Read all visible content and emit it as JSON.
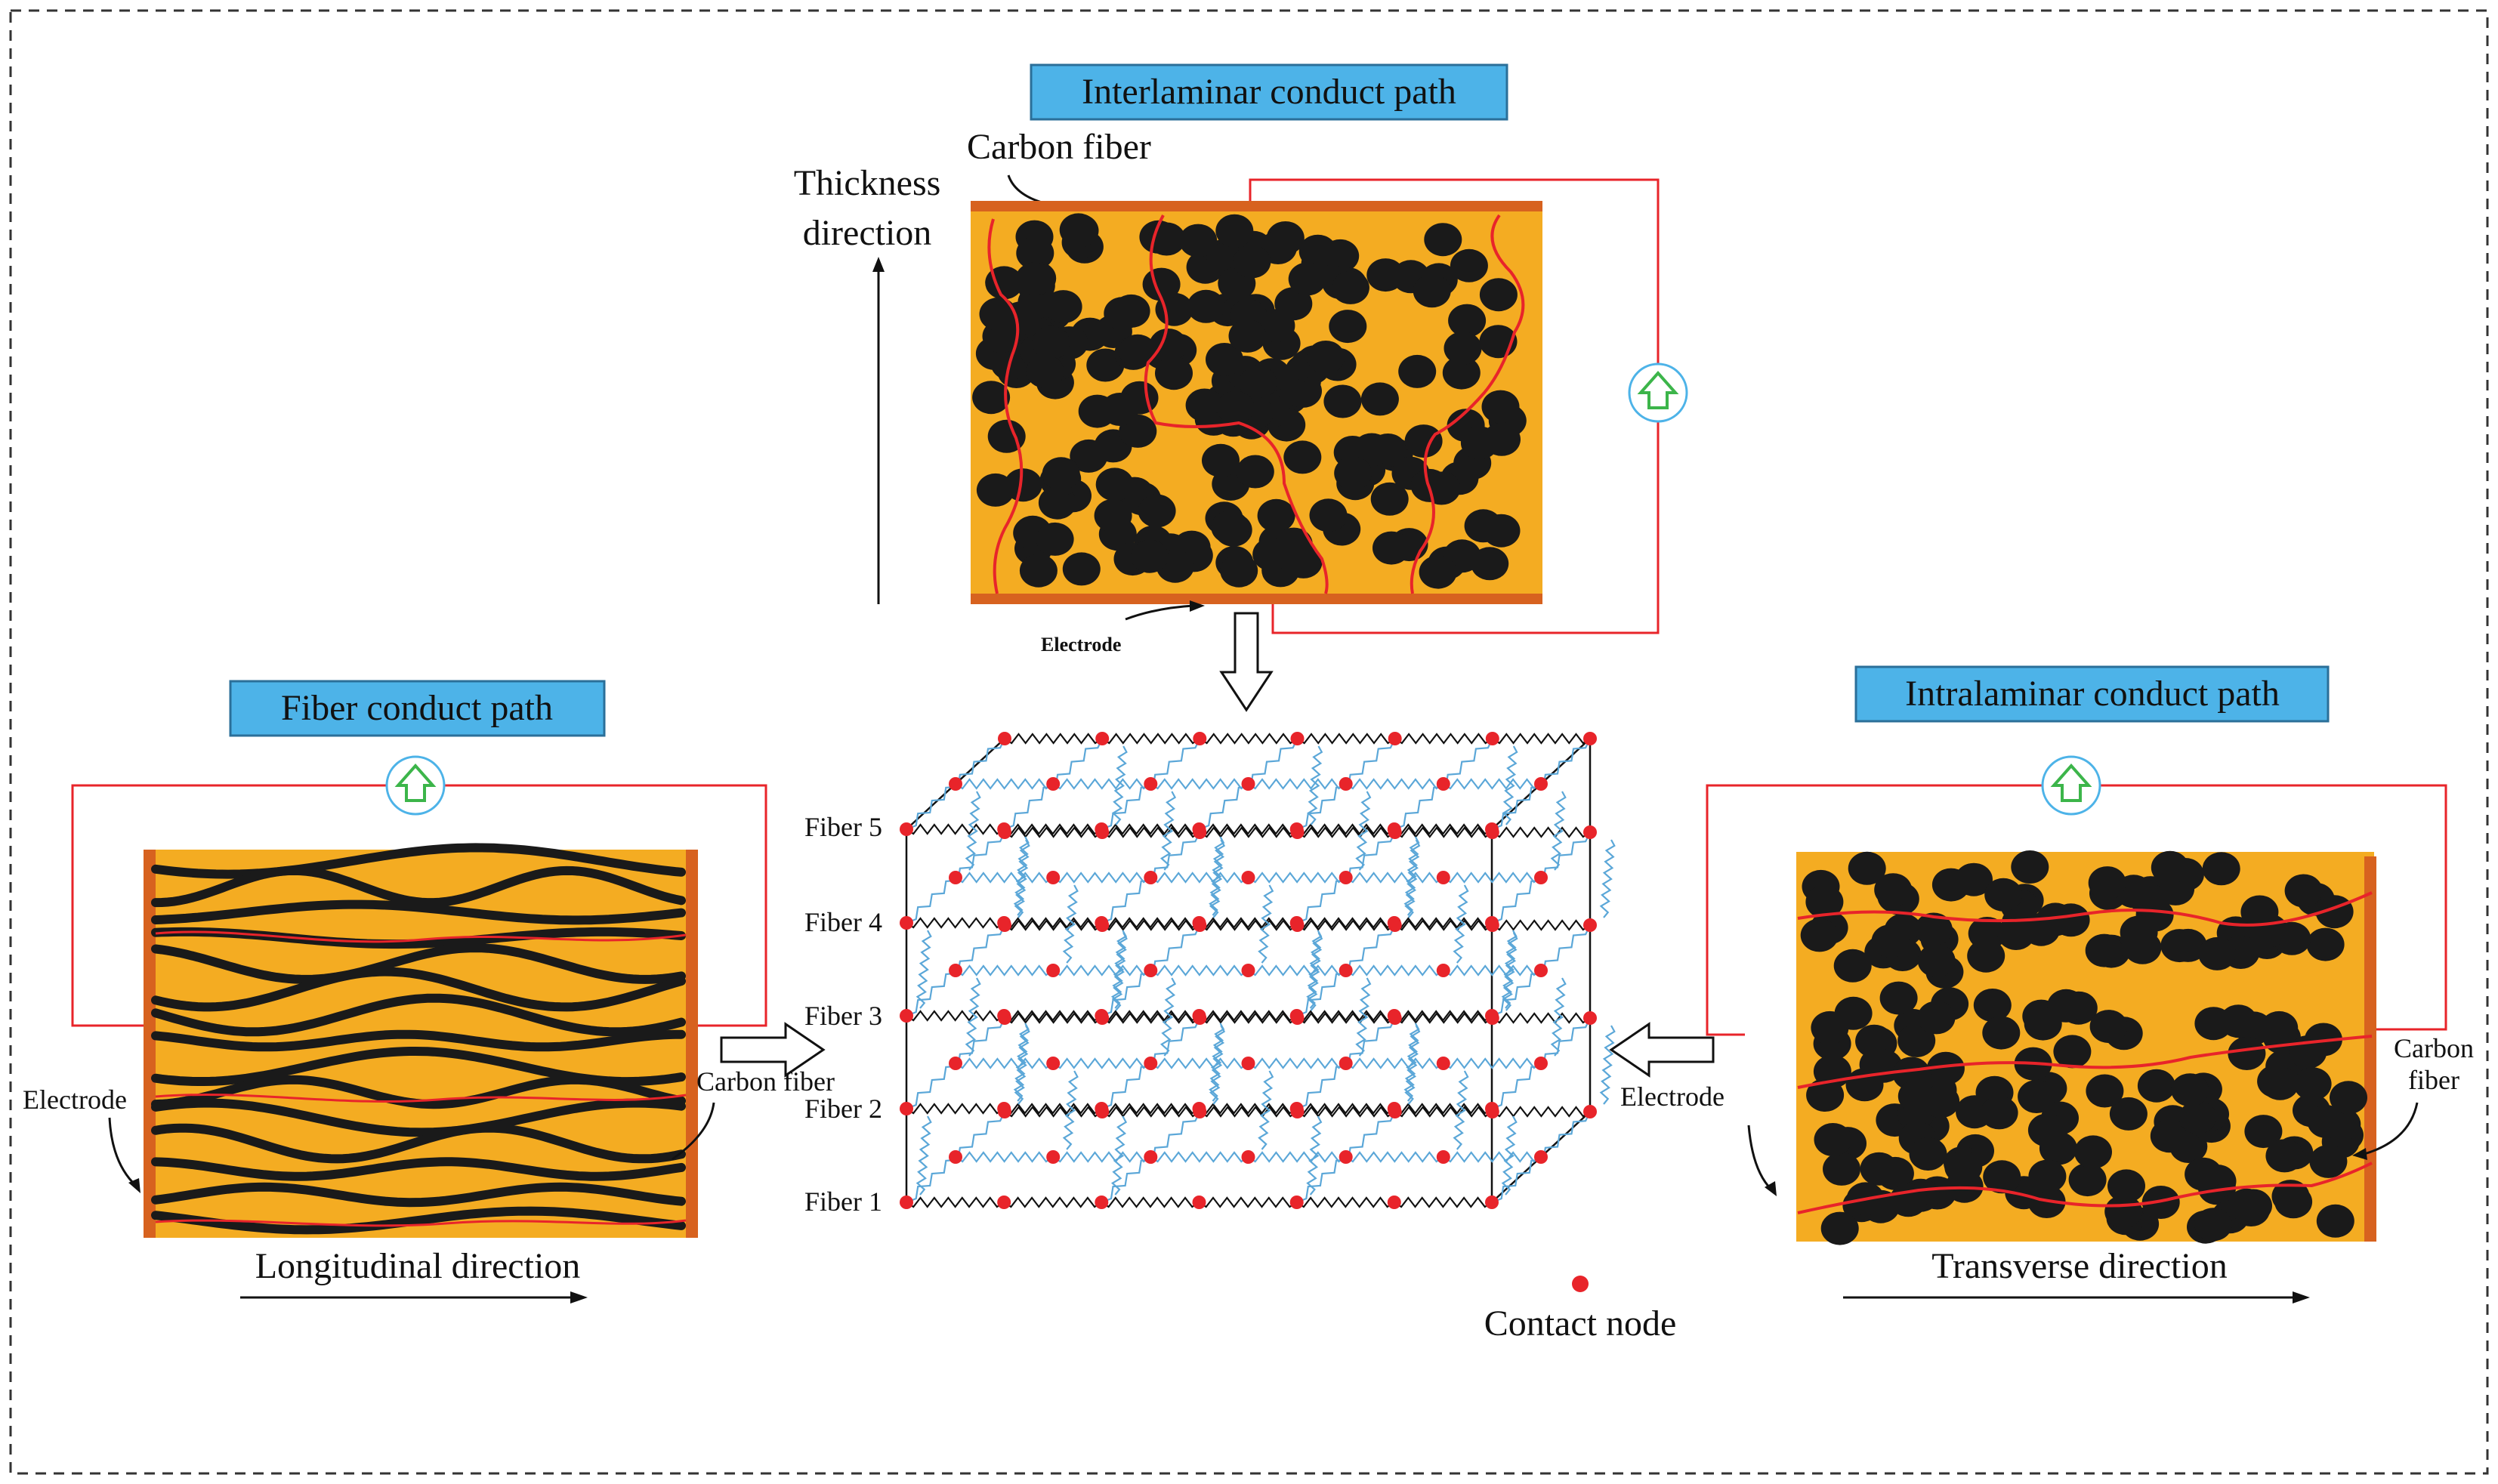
{
  "panels": {
    "interlaminar": {
      "title": "Interlaminar conduct path",
      "fiber_label": "Carbon fiber",
      "direction_label_line1": "Thickness",
      "direction_label_line2": "direction",
      "electrode_label": "Electrode"
    },
    "fiber": {
      "title": "Fiber conduct path",
      "electrode_label": "Electrode",
      "fiber_label": "Carbon fiber",
      "direction_label": "Longitudinal direction"
    },
    "intralaminar": {
      "title": "Intralaminar conduct path",
      "electrode_label": "Electrode",
      "fiber_label_line1": "Carbon",
      "fiber_label_line2": "fiber",
      "direction_label": "Transverse direction"
    }
  },
  "network": {
    "layers": [
      "Fiber 5",
      "Fiber 4",
      "Fiber 3",
      "Fiber 2",
      "Fiber 1"
    ],
    "legend_label": "Contact node"
  },
  "colors": {
    "matrix": "#F4AC22",
    "electrode": "#D7621F",
    "fiber": "#1a1a1a",
    "path": "#E8242A",
    "banner": "#4DB3E8",
    "node": "#E8242A",
    "spring_blue": "#5BA7D8",
    "arrow_green": "#3CB54A"
  }
}
